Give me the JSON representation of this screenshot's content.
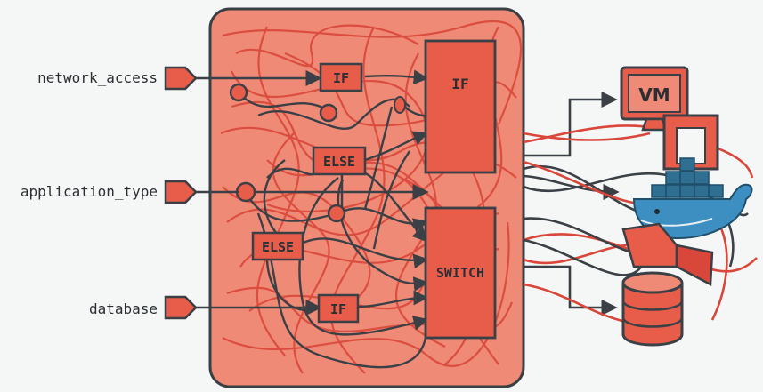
{
  "inputs": {
    "network_access": "network_access",
    "application_type": "application_type",
    "database": "database"
  },
  "blocks": {
    "if_small_top": "IF",
    "else_top": "ELSE",
    "else_left": "ELSE",
    "if_small_bottom": "IF",
    "if_large": "IF",
    "switch": "SWITCH"
  },
  "outputs": {
    "vm": "VM"
  },
  "colors": {
    "panel_fill": "#ef8a76",
    "panel_stroke": "#3a3f44",
    "block_fill": "#e85c4a",
    "wire_red": "#d9473a",
    "wire_dark": "#3a4046",
    "whale": "#3d8fc2",
    "container": "#2f6f92"
  },
  "icons": {
    "vm": "vm-monitor-icon",
    "docker": "docker-whale-icon",
    "database": "database-cylinder-icon"
  }
}
